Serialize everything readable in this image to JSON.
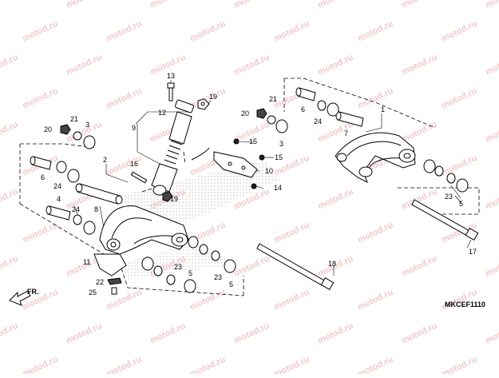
{
  "diagram": {
    "watermark": "motod.ru",
    "code": "MKCEF1110",
    "direction_label": "FR.",
    "callouts": [
      {
        "id": "c1",
        "label": "1"
      },
      {
        "id": "c2",
        "label": "2"
      },
      {
        "id": "c3a",
        "label": "3"
      },
      {
        "id": "c3b",
        "label": "3"
      },
      {
        "id": "c4",
        "label": "4"
      },
      {
        "id": "c5a",
        "label": "5"
      },
      {
        "id": "c5b",
        "label": "5"
      },
      {
        "id": "c5c",
        "label": "5"
      },
      {
        "id": "c6a",
        "label": "6"
      },
      {
        "id": "c6b",
        "label": "6"
      },
      {
        "id": "c7",
        "label": "7"
      },
      {
        "id": "c8",
        "label": "8"
      },
      {
        "id": "c9",
        "label": "9"
      },
      {
        "id": "c10",
        "label": "10"
      },
      {
        "id": "c11",
        "label": "11"
      },
      {
        "id": "c12",
        "label": "12"
      },
      {
        "id": "c13",
        "label": "13"
      },
      {
        "id": "c14",
        "label": "14"
      },
      {
        "id": "c15a",
        "label": "15"
      },
      {
        "id": "c15b",
        "label": "15"
      },
      {
        "id": "c16",
        "label": "16"
      },
      {
        "id": "c17",
        "label": "17"
      },
      {
        "id": "c18",
        "label": "18"
      },
      {
        "id": "c19a",
        "label": "19"
      },
      {
        "id": "c19b",
        "label": "19"
      },
      {
        "id": "c20a",
        "label": "20"
      },
      {
        "id": "c20b",
        "label": "20"
      },
      {
        "id": "c21a",
        "label": "21"
      },
      {
        "id": "c21b",
        "label": "21"
      },
      {
        "id": "c22",
        "label": "22"
      },
      {
        "id": "c23a",
        "label": "23"
      },
      {
        "id": "c23b",
        "label": "23"
      },
      {
        "id": "c23c",
        "label": "23"
      },
      {
        "id": "c24a",
        "label": "24"
      },
      {
        "id": "c24b",
        "label": "24"
      },
      {
        "id": "c24c",
        "label": "24"
      },
      {
        "id": "c25",
        "label": "25"
      }
    ]
  }
}
